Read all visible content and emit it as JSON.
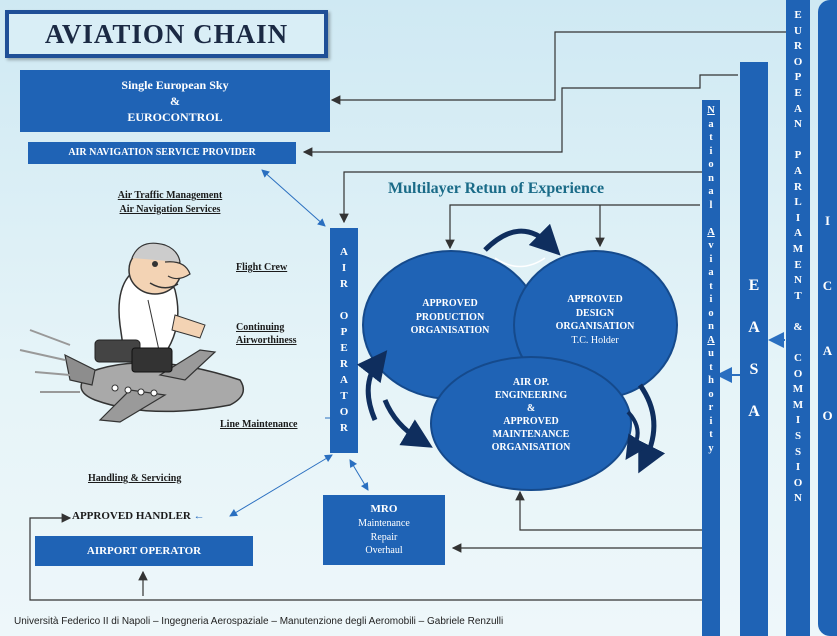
{
  "title": "AVIATION CHAIN",
  "ses_box": [
    "Single European Sky",
    "&",
    "EUROCONTROL"
  ],
  "ansp": "AIR NAVIGATION SERVICE PROVIDER",
  "atm_lines": [
    "Air Traffic Management",
    "Air Navigation Services"
  ],
  "flight_crew": "Flight Crew",
  "continuing": [
    "Continuing",
    "Airworthiness"
  ],
  "line_maintenance": "Line Maintenance",
  "handling": "Handling & Servicing",
  "approved_handler": "APPROVED HANDLER",
  "airport_operator": "AIRPORT OPERATOR",
  "air_operator_letters": [
    "A",
    "I",
    "R",
    "",
    "O",
    "P",
    "E",
    "R",
    "A",
    "T",
    "O",
    "R"
  ],
  "mro": [
    "MRO",
    "Maintenance",
    "Repair",
    "Overhaul"
  ],
  "multilayer": "Multilayer Retun of Experience",
  "circle_production": [
    "APPROVED",
    "PRODUCTION",
    "ORGANISATION"
  ],
  "circle_design": [
    "APPROVED",
    "DESIGN",
    "ORGANISATION",
    "T.C. Holder"
  ],
  "circle_engineering": [
    "AIR OP.",
    "ENGINEERING",
    "&",
    "APPROVED",
    "MAINTENANCE",
    "ORGANISATION"
  ],
  "naa_letters": [
    "N",
    "a",
    "t",
    "i",
    "o",
    "n",
    "a",
    "l",
    "",
    "A",
    "v",
    "i",
    "a",
    "t",
    "i",
    "o",
    "n",
    "A",
    "u",
    "t",
    "h",
    "o",
    "r",
    "i",
    "t",
    "y"
  ],
  "easa_letters": [
    "E",
    "A",
    "S",
    "A"
  ],
  "ep_letters": [
    "E",
    "U",
    "R",
    "O",
    "P",
    "E",
    "A",
    "N",
    "",
    "P",
    "A",
    "R",
    "L",
    "I",
    "A",
    "M",
    "E",
    "N",
    "T",
    "",
    "&",
    "",
    "C",
    "O",
    "M",
    "M",
    "I",
    "S",
    "S",
    "I",
    "O",
    "N"
  ],
  "icao_letters": [
    "I",
    "C",
    "A",
    "O"
  ],
  "footer": "Università Federico II di Napoli – Ingegneria Aerospaziale – Manutenzione degli Aeromobili – Gabriele Renzulli",
  "colors": {
    "box": "#1f63b5",
    "title_bg": "#1f4f97",
    "text_dark": "#1b1b1b",
    "heading_teal": "#1a6b88"
  }
}
